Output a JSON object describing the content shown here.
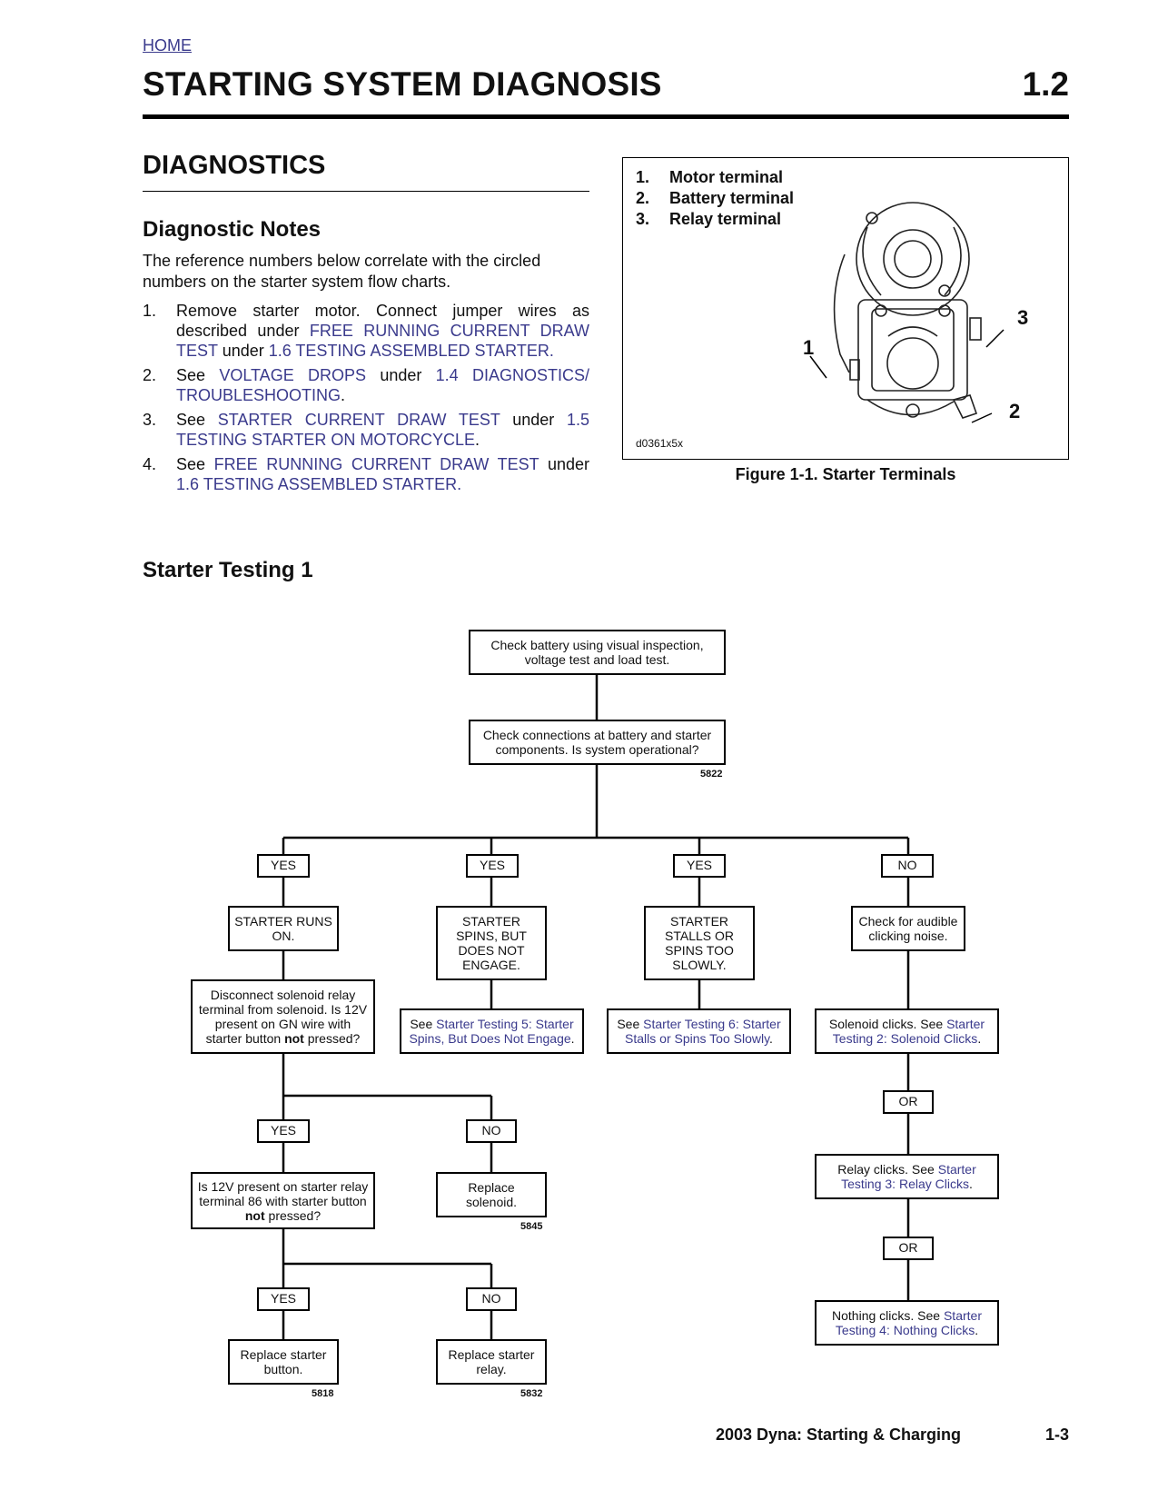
{
  "header": {
    "home_link": "HOME",
    "title": "STARTING SYSTEM DIAGNOSIS",
    "section_number": "1.2"
  },
  "diagnostics": {
    "heading": "DIAGNOSTICS",
    "notes_heading": "Diagnostic Notes",
    "intro": "The reference numbers below correlate with the circled numbers on the starter system flow charts.",
    "notes": [
      {
        "num": "1.",
        "parts": [
          {
            "text": "Remove starter motor. Connect jumper wires as described under ",
            "link": false
          },
          {
            "text": "FREE RUNNING CURRENT DRAW TEST",
            "link": true
          },
          {
            "text": " under ",
            "link": false
          },
          {
            "text": "1.6 TESTING ASSEMBLED STARTER.",
            "link": true
          }
        ]
      },
      {
        "num": "2.",
        "parts": [
          {
            "text": "See ",
            "link": false
          },
          {
            "text": "VOLTAGE DROPS",
            "link": true
          },
          {
            "text": " under ",
            "link": false
          },
          {
            "text": "1.4 DIAGNOSTICS/ TROUBLESHOOTING",
            "link": true
          },
          {
            "text": ".",
            "link": false
          }
        ]
      },
      {
        "num": "3.",
        "parts": [
          {
            "text": "See ",
            "link": false
          },
          {
            "text": "STARTER CURRENT DRAW TEST",
            "link": true
          },
          {
            "text": " under ",
            "link": false
          },
          {
            "text": "1.5 TESTING STARTER ON MOTORCYCLE",
            "link": true
          },
          {
            "text": ".",
            "link": false
          }
        ]
      },
      {
        "num": "4.",
        "parts": [
          {
            "text": "See ",
            "link": false
          },
          {
            "text": "FREE RUNNING CURRENT DRAW TEST",
            "link": true
          },
          {
            "text": " under ",
            "link": false
          },
          {
            "text": "1.6 TESTING ASSEMBLED STARTER.",
            "link": true
          }
        ]
      }
    ]
  },
  "figure": {
    "legend": [
      {
        "n": "1.",
        "label": "Motor terminal"
      },
      {
        "n": "2.",
        "label": "Battery terminal"
      },
      {
        "n": "3.",
        "label": "Relay terminal"
      }
    ],
    "callouts": [
      "1",
      "2",
      "3"
    ],
    "code": "d0361x5x",
    "caption": "Figure 1-1. Starter Terminals"
  },
  "starter_testing": {
    "heading": "Starter Testing 1",
    "flow": {
      "check_battery": "Check battery using visual inspection, voltage test and load test.",
      "check_connections": "Check connections at battery and starter components. Is system operational?",
      "code_5822": "5822",
      "yes": "YES",
      "no": "NO",
      "or": "OR",
      "runs_on": "STARTER RUNS ON.",
      "spins_no_engage": "STARTER SPINS, BUT DOES NOT ENGAGE.",
      "stalls": "STARTER STALLS OR SPINS TOO SLOWLY.",
      "audible_click": "Check for audible clicking noise.",
      "disconnect_pre": "Disconnect solenoid relay terminal from solenoid. Is 12V present on GN wire with starter button ",
      "not": "not",
      "pressed": " pressed?",
      "see": "See ",
      "link_testing5": "Starter Testing 5: Starter Spins, But Does Not Engage",
      "link_testing6": "Starter Testing 6: Starter Stalls or Spins Too Slowly",
      "period": ".",
      "solenoid_clicks_pre": "Solenoid clicks. See ",
      "link_testing2": "Starter Testing 2: Solenoid Clicks",
      "relay_clicks_pre": "Relay clicks. See ",
      "link_testing3": "Starter Testing 3: Relay Clicks",
      "nothing_clicks_pre": "Nothing clicks. See ",
      "link_testing4": "Starter Testing 4: Nothing Clicks",
      "is12v_pre": "Is 12V present on starter relay terminal 86 with starter button ",
      "replace_solenoid": "Replace solenoid.",
      "code_5845": "5845",
      "replace_button": "Replace starter button.",
      "replace_relay": "Replace starter relay.",
      "code_5818": "5818",
      "code_5832": "5832"
    }
  },
  "footer": {
    "text": "2003 Dyna: Starting & Charging",
    "page": "1-3"
  }
}
